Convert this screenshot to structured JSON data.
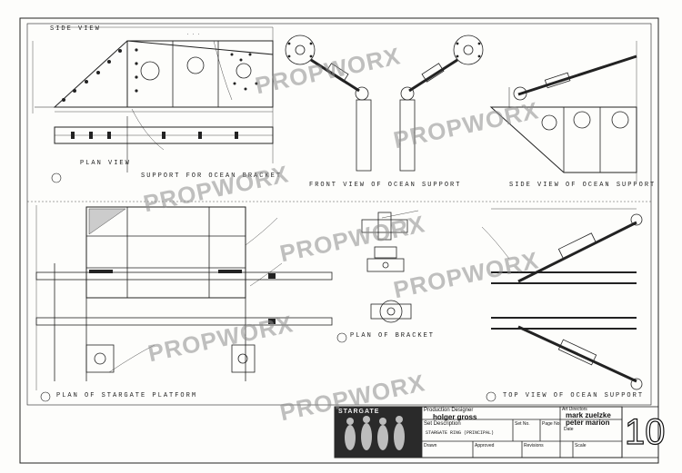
{
  "watermark": "PROPWORX",
  "captions": {
    "side_view": "SIDE VIEW",
    "plan_view": "PLAN VIEW",
    "support_detail": "SUPPORT FOR OCEAN BRACKET",
    "front_view_support": "FRONT VIEW OF OCEAN SUPPORT",
    "side_view_support": "SIDE VIEW OF OCEAN SUPPORT",
    "plan_view_platform": "PLAN OF STARGATE PLATFORM",
    "plan_of_bracket": "PLAN OF BRACKET",
    "top_view_support": "TOP VIEW OF OCEAN SUPPORT"
  },
  "title_block": {
    "logo": "STARGATE",
    "production_designer_label": "Production Designer",
    "production_designer": "holger gross",
    "art_directors_label": "Art Directors",
    "art_director_1": "mark zuelzke",
    "art_director_2": "peter marion",
    "set_description_label": "Set Description",
    "set_description": "STARGATE RING (PRINCIPAL)",
    "set_no_label": "Set No.",
    "page_no_label": "Page No.",
    "date_label": "Date",
    "drawn_label": "Drawn",
    "approved_label": "Approved",
    "revisions_label": "Revisions",
    "scale_label": "Scale",
    "sheet_number": "10"
  }
}
